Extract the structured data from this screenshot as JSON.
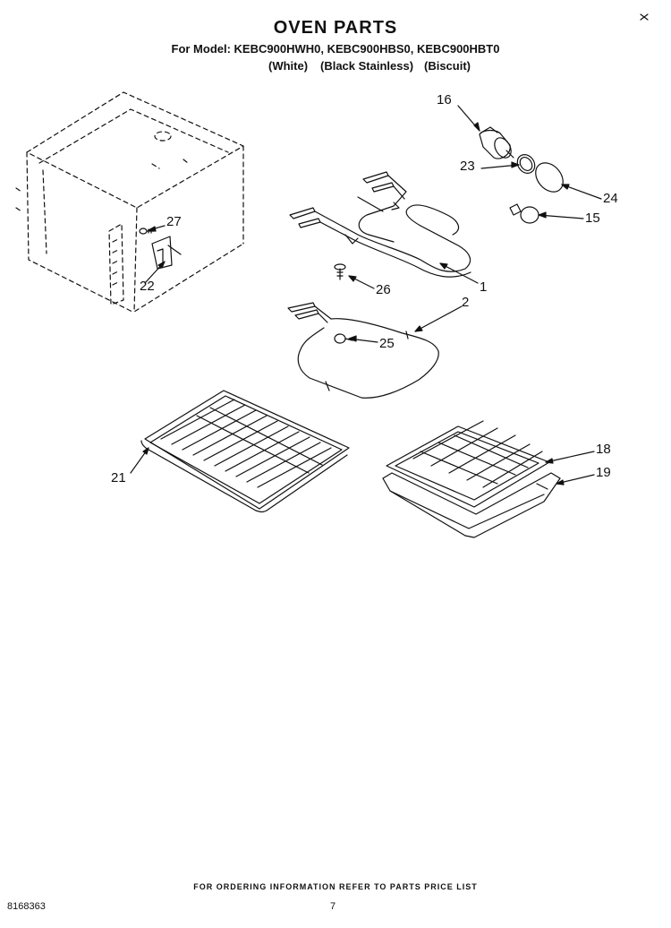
{
  "header": {
    "title": "OVEN PARTS",
    "models_line": "For Model: KEBC900HWH0, KEBC900HBS0, KEBC900HBT0",
    "colors": [
      "(White)",
      "(Black Stainless)",
      "(Biscuit)"
    ]
  },
  "callouts": {
    "c1": "1",
    "c2": "2",
    "c15": "15",
    "c16": "16",
    "c18": "18",
    "c19": "19",
    "c21": "21",
    "c22": "22",
    "c23": "23",
    "c24": "24",
    "c25": "25",
    "c26": "26",
    "c27": "27"
  },
  "footer": {
    "note": "FOR ORDERING INFORMATION REFER TO PARTS PRICE LIST",
    "doc_number": "8168363",
    "page_number": "7"
  }
}
